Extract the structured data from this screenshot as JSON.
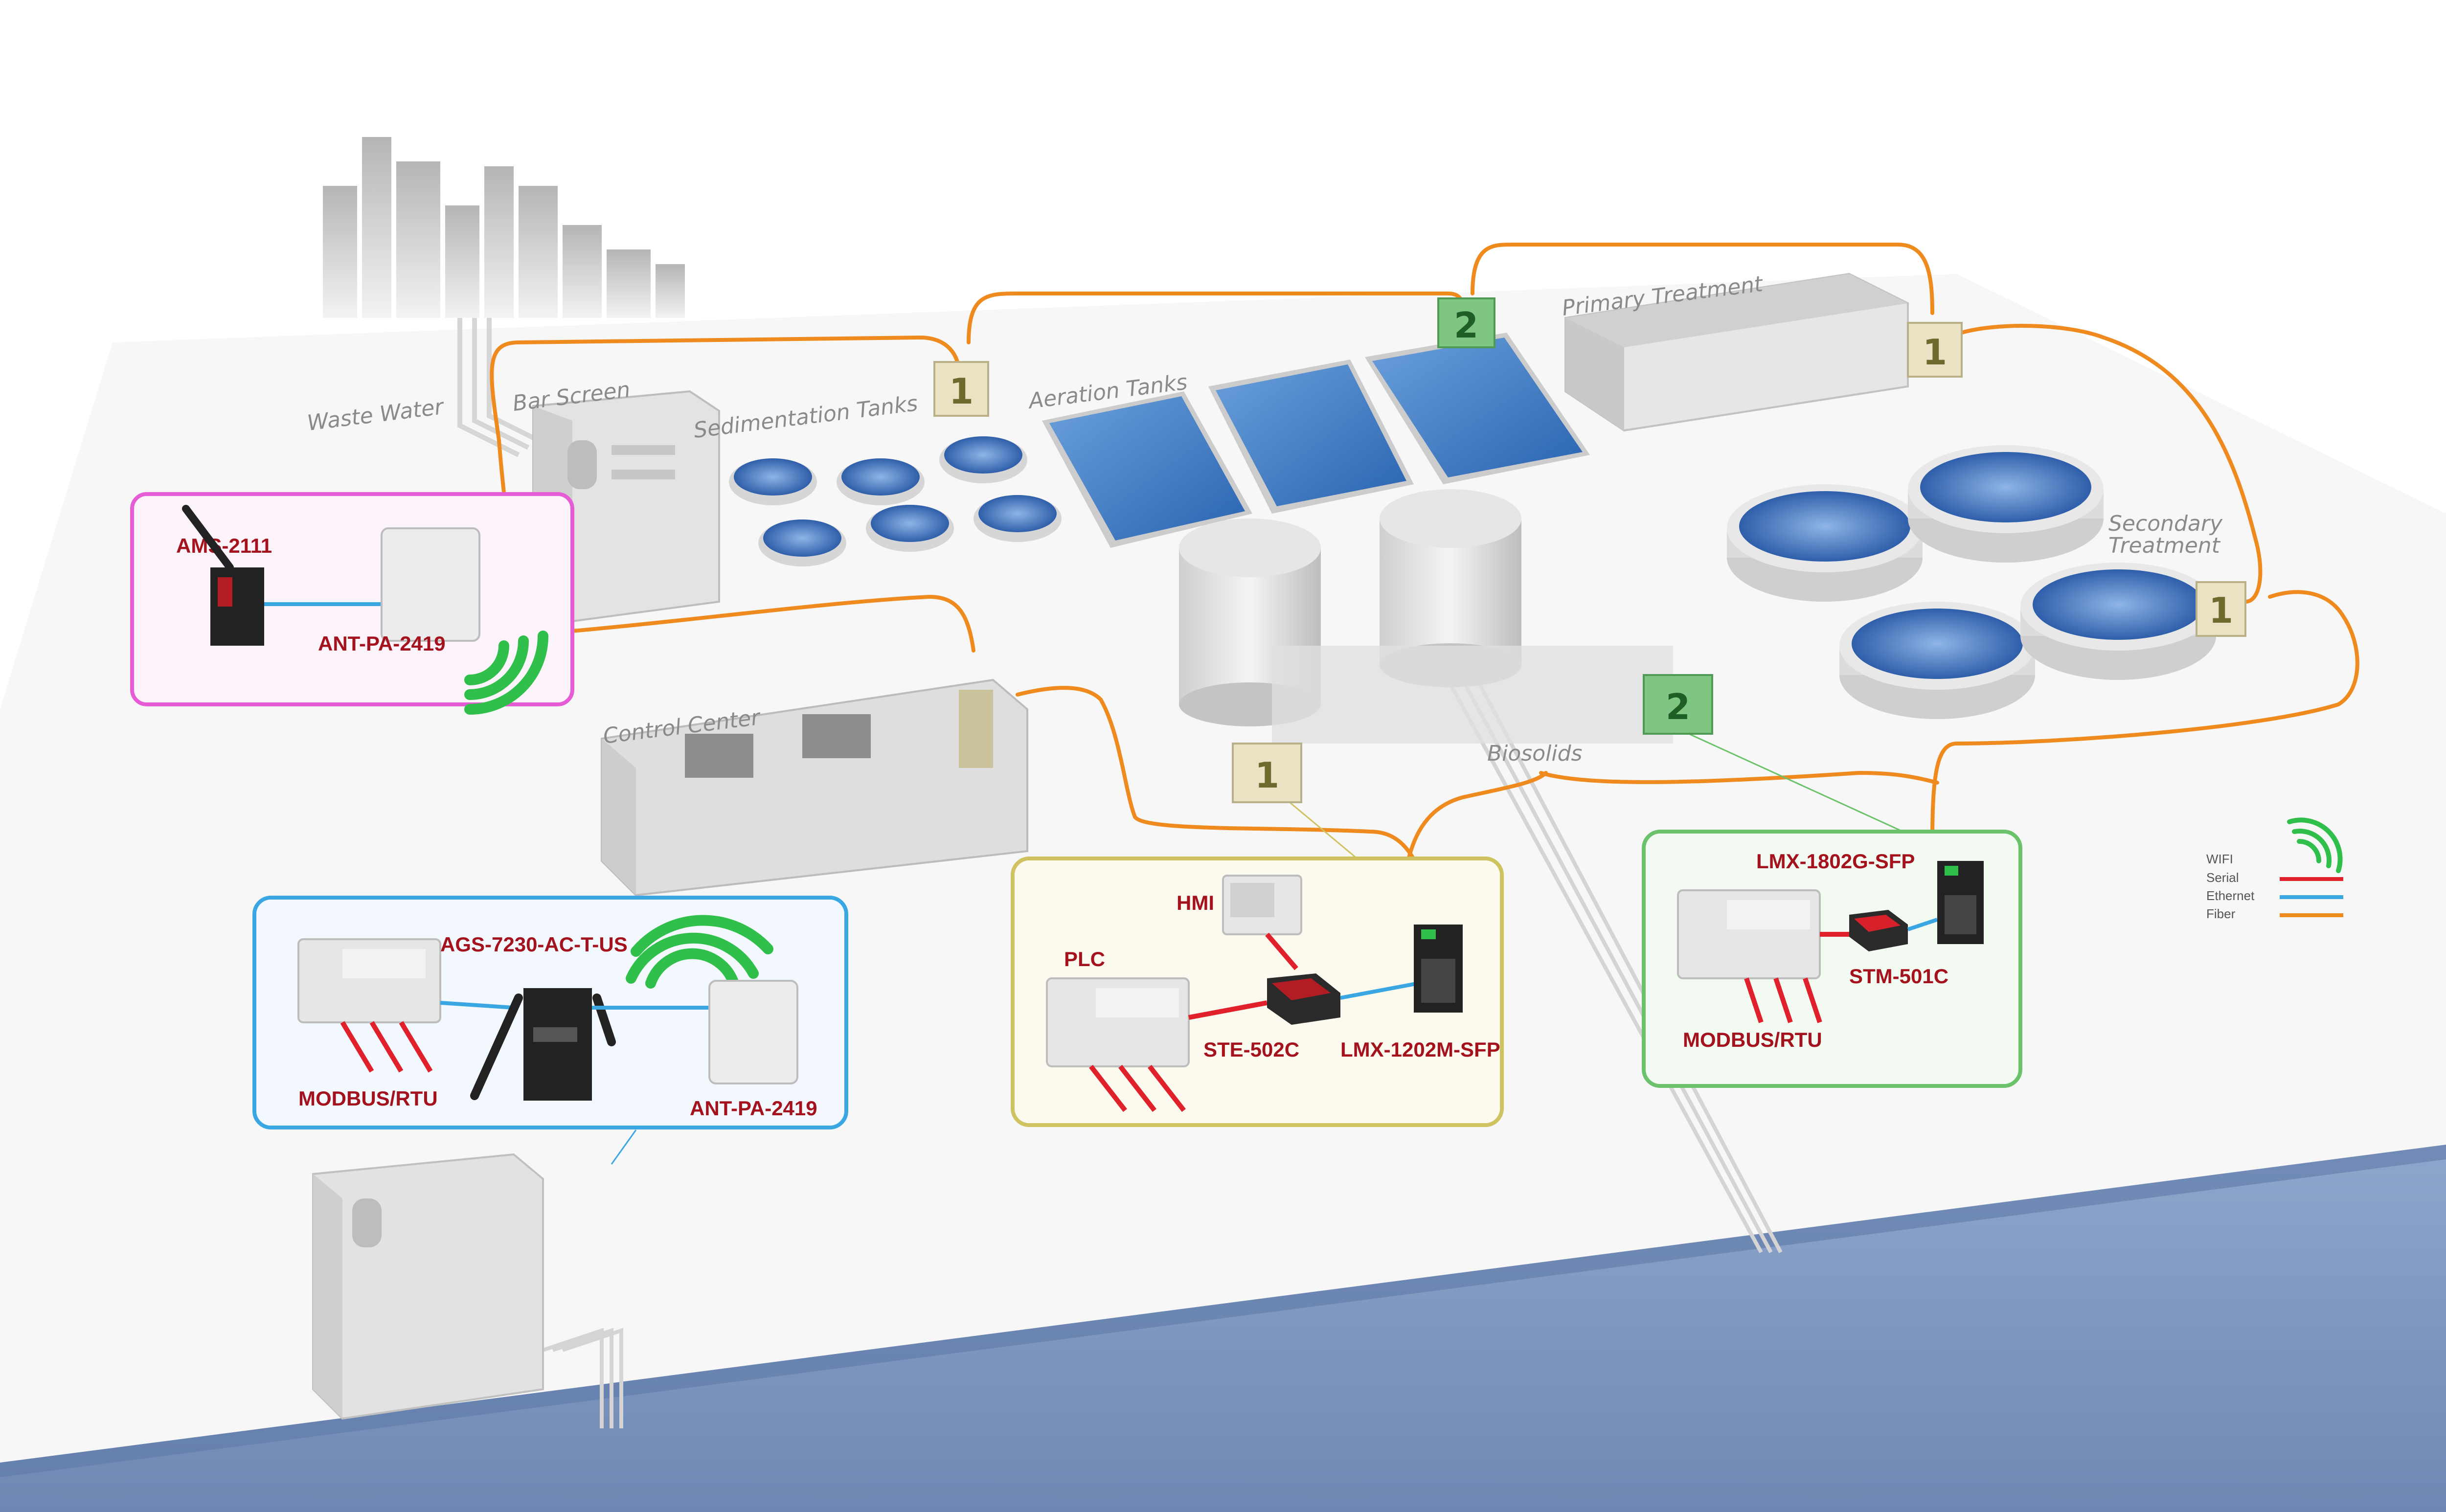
{
  "areas": {
    "waste_water": "Waste Water",
    "bar_screen": "Bar Screen",
    "sedimentation_tanks": "Sedimentation Tanks",
    "aeration_tanks": "Aeration Tanks",
    "primary_treatment": "Primary Treatment",
    "secondary_treatment_line1": "Secondary",
    "secondary_treatment_line2": "Treatment",
    "control_center": "Control Center",
    "biosolids": "Biosolids"
  },
  "nodes": {
    "n1_sedimentation": "1",
    "n2_aeration": "2",
    "n1_primary": "1",
    "n1_secondary": "1",
    "n2_biosolids": "2",
    "n1_biosolids": "1"
  },
  "devices": {
    "ams_2111": "AMS-2111",
    "ant_pa_2419_top": "ANT-PA-2419",
    "ags_7230": "AGS-7230-AC-T-US",
    "modbus_rtu_left": "MODBUS/RTU",
    "ant_pa_2419_bottom": "ANT-PA-2419",
    "hmi": "HMI",
    "plc": "PLC",
    "ste_502c": "STE-502C",
    "lmx_1202m_sfp": "LMX-1202M-SFP",
    "lmx_1802g_sfp": "LMX-1802G-SFP",
    "stm_501c": "STM-501C",
    "modbus_rtu_right": "MODBUS/RTU"
  },
  "legend": {
    "wifi": "WIFI",
    "serial": "Serial",
    "ethernet": "Ethernet",
    "fiber": "Fiber"
  },
  "colors": {
    "fiber": "#ef8a1f",
    "serial": "#e0202a",
    "ethernet": "#3aa7e3",
    "wifi": "#2fbf4a",
    "water": "#8aa2c8",
    "box_wifi_top": "#e65bd6",
    "box_wifi_bottom": "#3aa7e3",
    "box_center": "#cfc261",
    "box_right": "#6cc26a"
  }
}
